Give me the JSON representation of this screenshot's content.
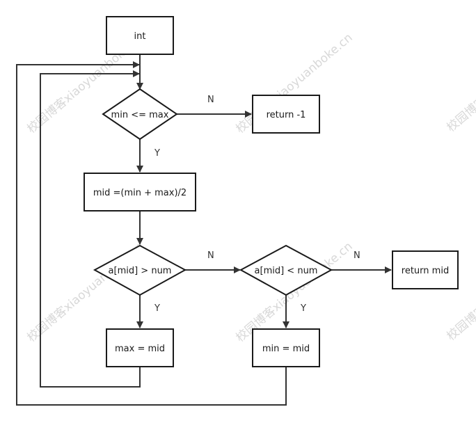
{
  "nodes": {
    "start": "int",
    "cond1": "min <= max",
    "ret_neg": "return -1",
    "assign_mid": "mid =(min + max)/2",
    "cond2": "a[mid] > num",
    "cond3": "a[mid] < num",
    "ret_mid": "return mid",
    "set_max": "max = mid",
    "set_min": "min = mid"
  },
  "edge_labels": {
    "cond1_no": "N",
    "cond1_yes": "Y",
    "cond2_no": "N",
    "cond2_yes": "Y",
    "cond3_no": "N",
    "cond3_yes": "Y"
  },
  "watermark": {
    "w1": "校园博客xiaoyuanboke.cn",
    "w2": "校园博客xiaoyuanboke.cn",
    "w3": "校园博客xiaoyuanboke.cn",
    "w4": "校园博客xiaoyuanboke.cn",
    "w5": "校园博客xiaoyuanboke.cn",
    "w6": "校园博客"
  },
  "colors": {
    "stroke": "#1a1a1a",
    "line": "#333333",
    "watermark": "#d8d8d8"
  }
}
